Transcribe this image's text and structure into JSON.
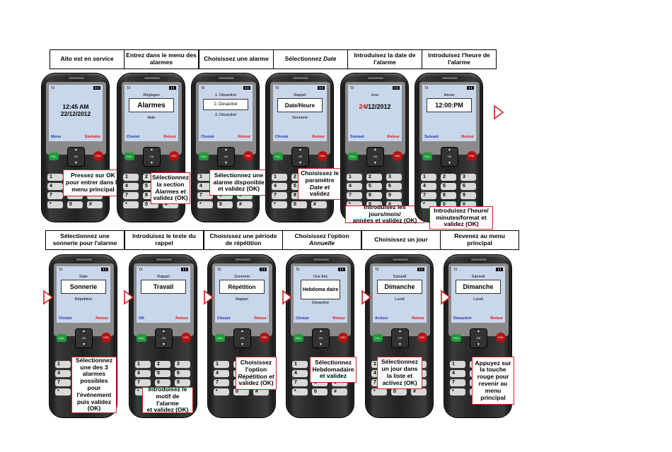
{
  "rows": [
    {
      "steps": [
        {
          "header": "Alto est en service",
          "screen": {
            "top": "",
            "box": "",
            "big": [
              "12:45 AM",
              "22/12/2012"
            ],
            "bottom": "",
            "softl": "Menu",
            "softr": "Eteindre"
          },
          "callout": [
            "Pressez sur OK",
            "pour entrer dans le",
            "menu principal"
          ]
        },
        {
          "header": "Entrez dans le menu des alarmes",
          "screen": {
            "top": "Réglages",
            "box": "Alarmes",
            "big": [],
            "bottom": "Aide",
            "softl": "Choisir",
            "softr": "Retour"
          },
          "callout": [
            "Sélectionnez",
            "la section",
            "Alarmes et",
            "validez (OK)"
          ]
        },
        {
          "header": "Choisissez une alarme",
          "screen": {
            "top": "1. Désactivé",
            "box": "2. Désactivé",
            "big": [],
            "bottom": "3. Désactivé",
            "softl": "Choisir",
            "softr": "Retour"
          },
          "callout": [
            "Sélectionnez une",
            "alarme disponible",
            "et validez (OK)"
          ]
        },
        {
          "header_pre": "Sélectionnez ",
          "header_em": "Date",
          "screen": {
            "top": "Rappel",
            "box": "Date/Heure",
            "big": [],
            "bottom": "Sonnerie",
            "softl": "Choisir",
            "softr": "Retour"
          },
          "callout": [
            "Choisissez le",
            "paramètre",
            "Date et",
            "validez"
          ]
        },
        {
          "header": "Introduisez la date de l'alarme",
          "screen": {
            "top": "Jour",
            "date_red": "24",
            "date_rest": "/12/2012",
            "bottom": "",
            "softl": "Suivant",
            "softr": "Retour"
          },
          "callout": [
            "Introduisez les jours/mois/",
            "années et validez (OK)"
          ]
        },
        {
          "header": "Introduisez l'heure de l'alarme",
          "screen": {
            "top": "Heure",
            "box": "12:00:PM",
            "big": [],
            "bottom": "",
            "softl": "Suivant",
            "softr": "Retour"
          },
          "callout": [
            "Introduisez l'heure/",
            "minutes/format et",
            "validez (OK)"
          ]
        }
      ]
    },
    {
      "steps": [
        {
          "header": "Sélectionnez une sonnerie pour l'alarme",
          "screen": {
            "top": "Date",
            "box": "Sonnerie",
            "big": [],
            "bottom": "Répétition",
            "softl": "Choisir",
            "softr": "Retour"
          },
          "callout": [
            "Sélectionnez",
            "une des 3",
            "alarmes",
            "possibles pour",
            "l'événement",
            "puis validez",
            "(OK)"
          ]
        },
        {
          "header": "Introduisez le texte du rappel",
          "screen": {
            "top": "Rappel",
            "box": "Travail",
            "big": [],
            "bottom": "",
            "softl": "OK",
            "softr": "Retour"
          },
          "callout": [
            "Introduisez le",
            "motif de l'alarme",
            "et validez (OK)"
          ]
        },
        {
          "header": "Choisissez une période de répétition",
          "screen": {
            "top": "Sonnerie",
            "box": "Répétition",
            "big": [],
            "bottom": "Rappel",
            "softl": "Choisir",
            "softr": "Retour"
          },
          "callout": [
            "Choisissez",
            "l'option",
            "Répétition et",
            "validez (OK)"
          ]
        },
        {
          "header_pre": "Choisissez l'option ",
          "header_em": "Annuelle",
          "screen": {
            "top": "Une fois",
            "box": "Hebdoma daire",
            "big": [],
            "bottom": "Désactivé",
            "softl": "Choisir",
            "softr": "Retour"
          },
          "callout": [
            "Sélectionnez",
            "Hebdomadaire",
            "et validez"
          ]
        },
        {
          "header": "Choisissez un jour",
          "screen": {
            "top": "Samedi",
            "box": "Dimanche",
            "big": [],
            "bottom": "Lundi",
            "softl": "Activer",
            "softr": "Retour"
          },
          "callout": [
            "Sélectionnez",
            "un jour dans",
            "la liste et",
            "activez (OK)"
          ]
        },
        {
          "header": "Revenez au menu principal",
          "screen": {
            "top": "Samedi",
            "box": "Dimanche",
            "big": [],
            "bottom": "Lundi",
            "softl": "Désactivé",
            "softr": "Retour"
          },
          "callout": [
            "Appuyez sur",
            "la touche",
            "rouge pour",
            "revenir au",
            "menu",
            "principal"
          ]
        }
      ]
    }
  ],
  "phone": {
    "keys": {
      "call": "CALL",
      "end": "END",
      "ok": "OK"
    },
    "keypad": [
      "1",
      "2",
      "3",
      "4",
      "5",
      "6",
      "7",
      "8",
      "9",
      "*",
      "0",
      "#"
    ]
  },
  "colors": {
    "callout_border": "#d02020",
    "arrow": "#d02020",
    "soft_left": "#1d33b5",
    "soft_right": "#dd1111",
    "screen": "#c9d7ea",
    "call_key": "#1f9c3a",
    "end_key": "#b81212"
  }
}
